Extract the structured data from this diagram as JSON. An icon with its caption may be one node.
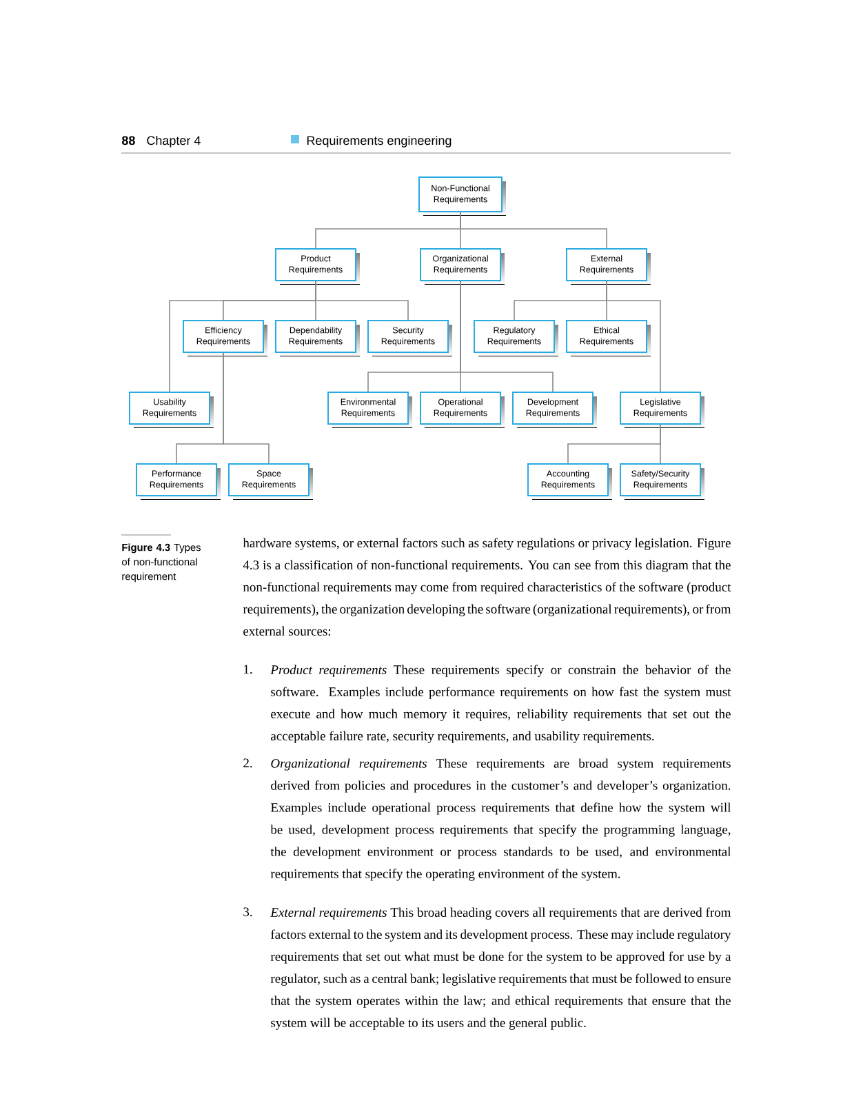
{
  "diagram": {
    "caption": "**Figure 4.3** Types of non-functional requirement",
    "nodes": [
      {
        "text": [
          "Non-Functional Requirements"
        ]
      },
      {
        "text": [
          "Product Requirements"
        ]
      },
      {
        "text": [
          "Organizational Requirements"
        ]
      },
      {
        "text": [
          "External Requirements"
        ]
      },
      {
        "text": [
          "Efficiency Requirements"
        ]
      },
      {
        "text": [
          "Dependability Requirements"
        ]
      },
      {
        "text": [
          "Security Requirements"
        ]
      },
      {
        "text": [
          "Regulatory Requirements"
        ]
      },
      {
        "text": [
          "Ethical Requirements"
        ]
      },
      {
        "text": [
          "Usability Requirements"
        ]
      },
      {
        "text": [
          "Environmental Requirements"
        ]
      },
      {
        "text": [
          "Operational Requirements"
        ]
      },
      {
        "text": [
          "Development Requirements"
        ]
      },
      {
        "text": [
          "Legislative Requirements"
        ]
      },
      {
        "text": [
          "Performance Requirements"
        ]
      },
      {
        "text": [
          "Space Requirements"
        ]
      },
      {
        "text": [
          "Accounting Requirements"
        ]
      },
      {
        "text": [
          "Safety/Security Requirements"
        ]
      }
    ],
    "edges": [
      {
        "from": 0,
        "to": 1,
        "arrow": "none"
      },
      {
        "from": 0,
        "to": 2,
        "arrow": "none"
      },
      {
        "from": 0,
        "to": 3,
        "arrow": "none"
      },
      {
        "from": 1,
        "to": 9,
        "arrow": "none"
      },
      {
        "from": 1,
        "to": 4,
        "arrow": "none"
      },
      {
        "from": 1,
        "to": 5,
        "arrow": "none"
      },
      {
        "from": 1,
        "to": 6,
        "arrow": "none"
      },
      {
        "from": 4,
        "to": 14,
        "arrow": "none"
      },
      {
        "from": 4,
        "to": 15,
        "arrow": "none"
      },
      {
        "from": 2,
        "to": 10,
        "arrow": "none"
      },
      {
        "from": 2,
        "to": 11,
        "arrow": "none"
      },
      {
        "from": 2,
        "to": 12,
        "arrow": "none"
      },
      {
        "from": 3,
        "to": 7,
        "arrow": "none"
      },
      {
        "from": 3,
        "to": 8,
        "arrow": "none"
      },
      {
        "from": 3,
        "to": 13,
        "arrow": "none"
      },
      {
        "from": 13,
        "to": 16,
        "arrow": "none"
      },
      {
        "from": 13,
        "to": 17,
        "arrow": "none"
      }
    ],
    "labels": [
      "88",
      "Chapter 4",
      "Requirements engineering",
      "hardware systems, or external factors such as safety regulations or privacy legislation. Figure 4.3 is a classification of non-functional requirements. You can see from this diagram that the non-functional requirements may come from required characteristics of the software (product requirements), the organization developing the software (organizational requirements), or from external sources:",
      "1.",
      "*Product requirements* These requirements specify or constrain the behavior of the software. Examples include performance requirements on how fast the system must execute and how much memory it requires, reliability requirements that set out the acceptable failure rate, security requirements, and usability requirements.",
      "2.",
      "*Organizational requirements* These requirements are broad system requirements derived from policies and procedures in the customer’s and developer’s organization. Examples include operational process requirements that define how the system will be used, development process requirements that specify the programming language, the development environment or process standards to be used, and environmental requirements that specify the operating environment of the system.",
      "3.",
      "*External requirements* This broad heading covers all requirements that are derived from factors external to the system and its development process. These may include regulatory requirements that set out what must be done for the system to be approved for use by a regulator, such as a central bank; legislative requirements that must be followed to ensure that the system operates within the law; and ethical requirements that ensure that the system will be acceptable to its users and the general public."
    ]
  }
}
